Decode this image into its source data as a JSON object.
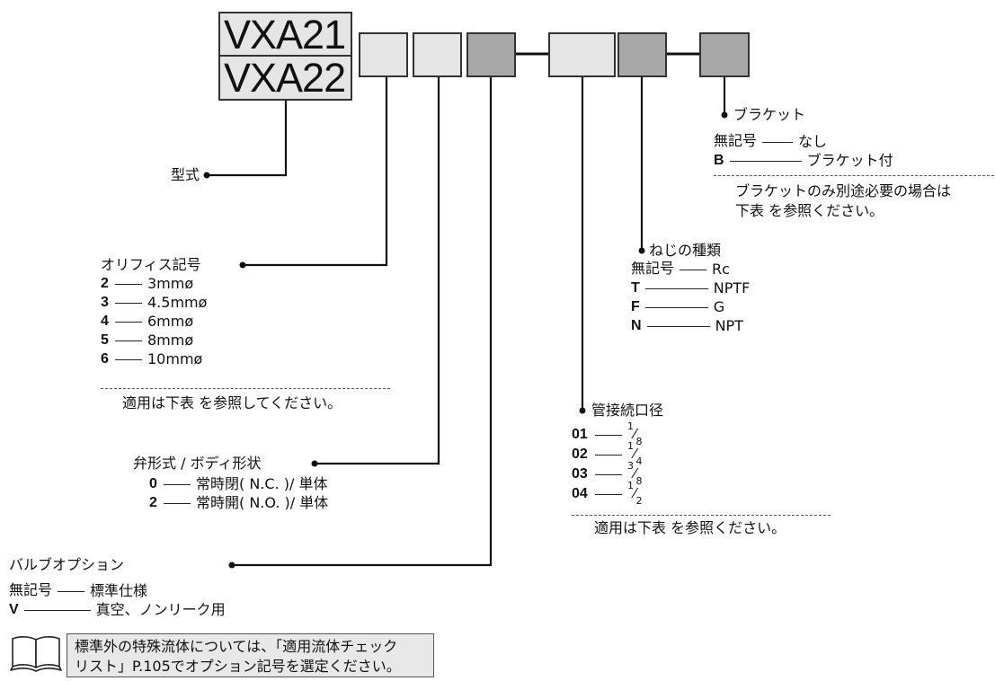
{
  "model_numbers": [
    "VXA21",
    "VXA22"
  ],
  "labels": {
    "model_type": "型式",
    "orifice": "オリフィス記号",
    "valve_form": "弁形式 / ボディ形状",
    "valve_option": "バルブオプション",
    "port_size": "管接続口径",
    "thread_type": "ねじの種類",
    "bracket": "ブラケット"
  },
  "orifice_options": [
    {
      "code": "2",
      "value": "3mmø"
    },
    {
      "code": "3",
      "value": "4.5mmø"
    },
    {
      "code": "4",
      "value": "6mmø"
    },
    {
      "code": "5",
      "value": "8mmø"
    },
    {
      "code": "6",
      "value": "10mmø"
    }
  ],
  "orifice_note": "適用は下表 を参照してください。",
  "valve_form_options": [
    {
      "code": "0",
      "value": "常時閉( N.C. )/ 単体"
    },
    {
      "code": "2",
      "value": "常時開( N.O. )/ 単体"
    }
  ],
  "valve_option_options": [
    {
      "code": "無記号",
      "value": "標準仕様"
    },
    {
      "code": "V",
      "value": "真空、ノンリーク用"
    }
  ],
  "port_size_options": [
    {
      "code": "01",
      "num": "1",
      "den": "8"
    },
    {
      "code": "02",
      "num": "1",
      "den": "4"
    },
    {
      "code": "03",
      "num": "3",
      "den": "8"
    },
    {
      "code": "04",
      "num": "1",
      "den": "2"
    }
  ],
  "port_size_note": "適用は下表 を参照ください。",
  "thread_options": [
    {
      "code": "無記号",
      "value": "Rc"
    },
    {
      "code": "T",
      "value": "NPTF"
    },
    {
      "code": "F",
      "value": "G"
    },
    {
      "code": "N",
      "value": "NPT"
    }
  ],
  "bracket_options": [
    {
      "code": "無記号",
      "value": "なし"
    },
    {
      "code": "B",
      "value": "ブラケット付"
    }
  ],
  "bracket_note": [
    "ブラケットのみ別途必要の場合は",
    "下表 を参照ください。"
  ],
  "special_note": [
    "標準外の特殊流体については、「適用流体チェック",
    "リスト」P.105でオプション記号を選定ください。"
  ],
  "book_icon": "open-book-icon",
  "colors": {
    "light_box": "#e5e5e5",
    "dark_box": "#a8a8a8",
    "line": "#111111"
  }
}
